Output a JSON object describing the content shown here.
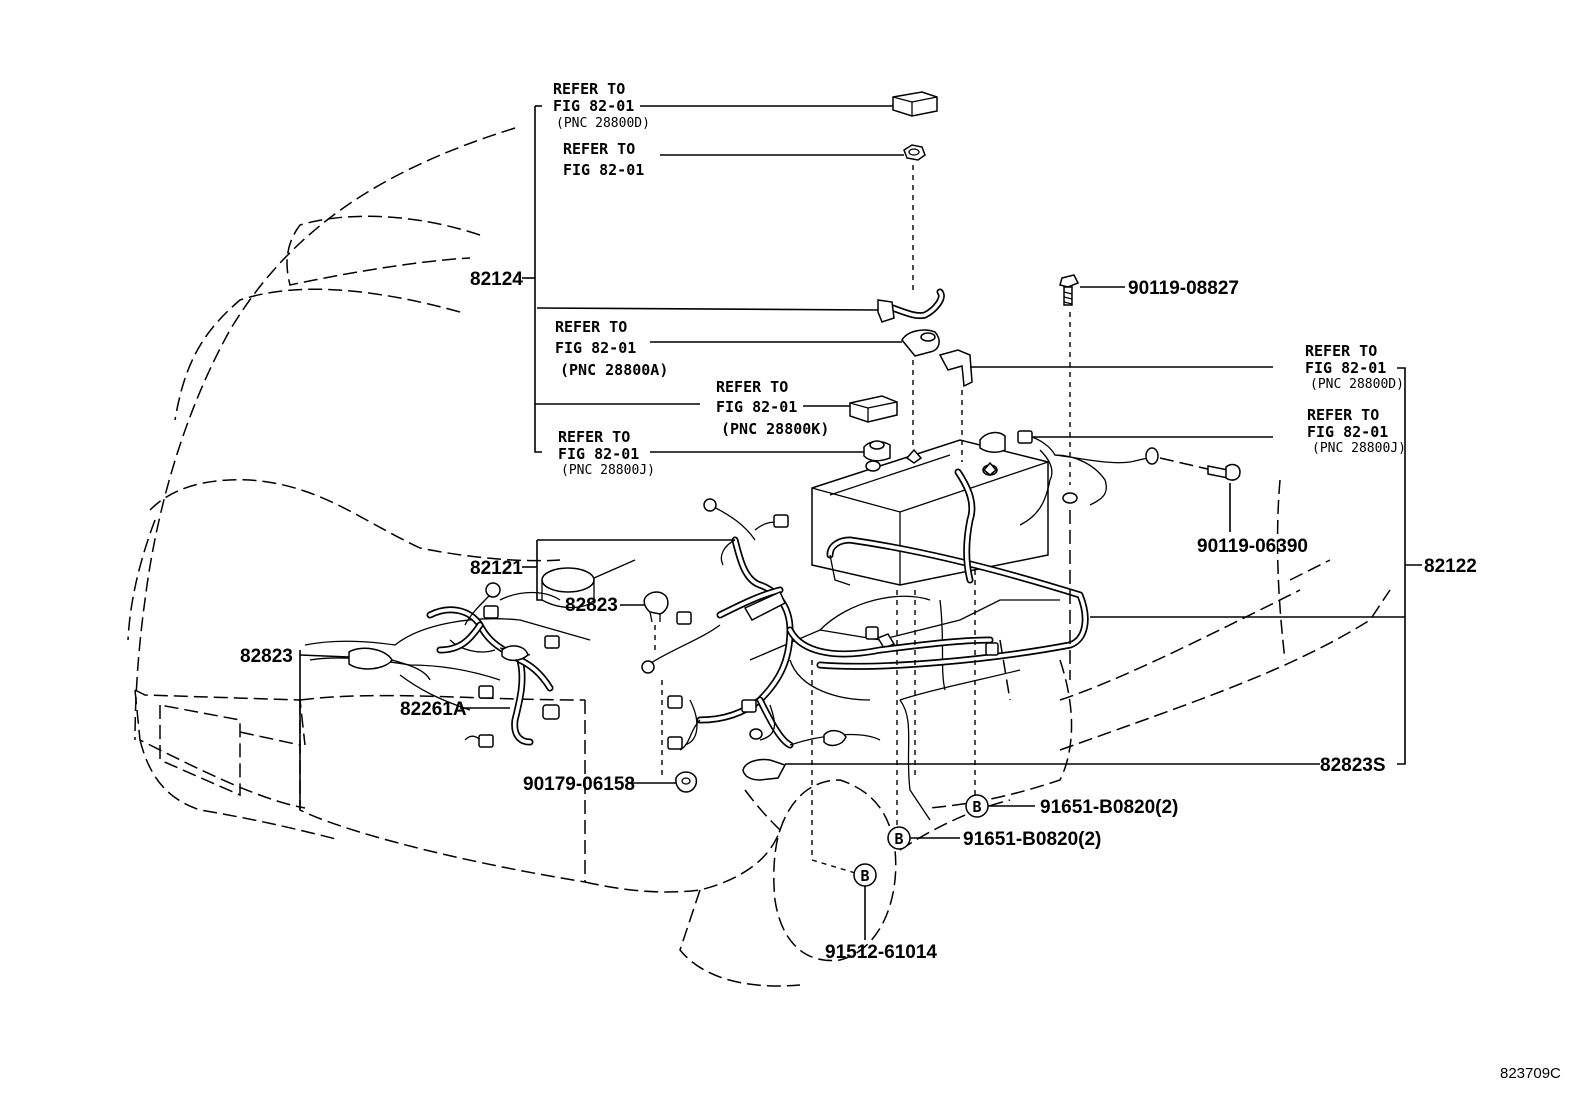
{
  "figure_id": "823709C",
  "callouts": {
    "c82124": "82124",
    "c82121": "82121",
    "c82823_a": "82823",
    "c82823_b": "82823",
    "c82261A": "82261A",
    "c90179": "90179-06158",
    "c90119_08827": "90119-08827",
    "c90119_06390": "90119-06390",
    "c82122": "82122",
    "c82823S": "82823S",
    "c91651_a": "91651-B0820(2)",
    "c91651_b": "91651-B0820(2)",
    "c91512": "91512-61014",
    "b_marker": "B"
  },
  "refs": {
    "r1": {
      "line1": "REFER TO",
      "line2": "FIG 82-01",
      "line3": "(PNC 28800D)"
    },
    "r2": {
      "line1": "REFER TO",
      "line2": "FIG 82-01"
    },
    "r3": {
      "line1": "REFER TO",
      "line2": "FIG 82-01",
      "line3": "(PNC 28800A)"
    },
    "r4": {
      "line1": "REFER TO",
      "line2": "FIG 82-01",
      "line3": "(PNC 28800K)"
    },
    "r5": {
      "line1": "REFER TO",
      "line2": "FIG 82-01",
      "line3": "(PNC 28800J)"
    },
    "r6": {
      "line1": "REFER TO",
      "line2": "FIG 82-01",
      "line3": "(PNC 28800D)"
    },
    "r7": {
      "line1": "REFER TO",
      "line2": "FIG 82-01",
      "line3": "(PNC 28800J)"
    }
  }
}
